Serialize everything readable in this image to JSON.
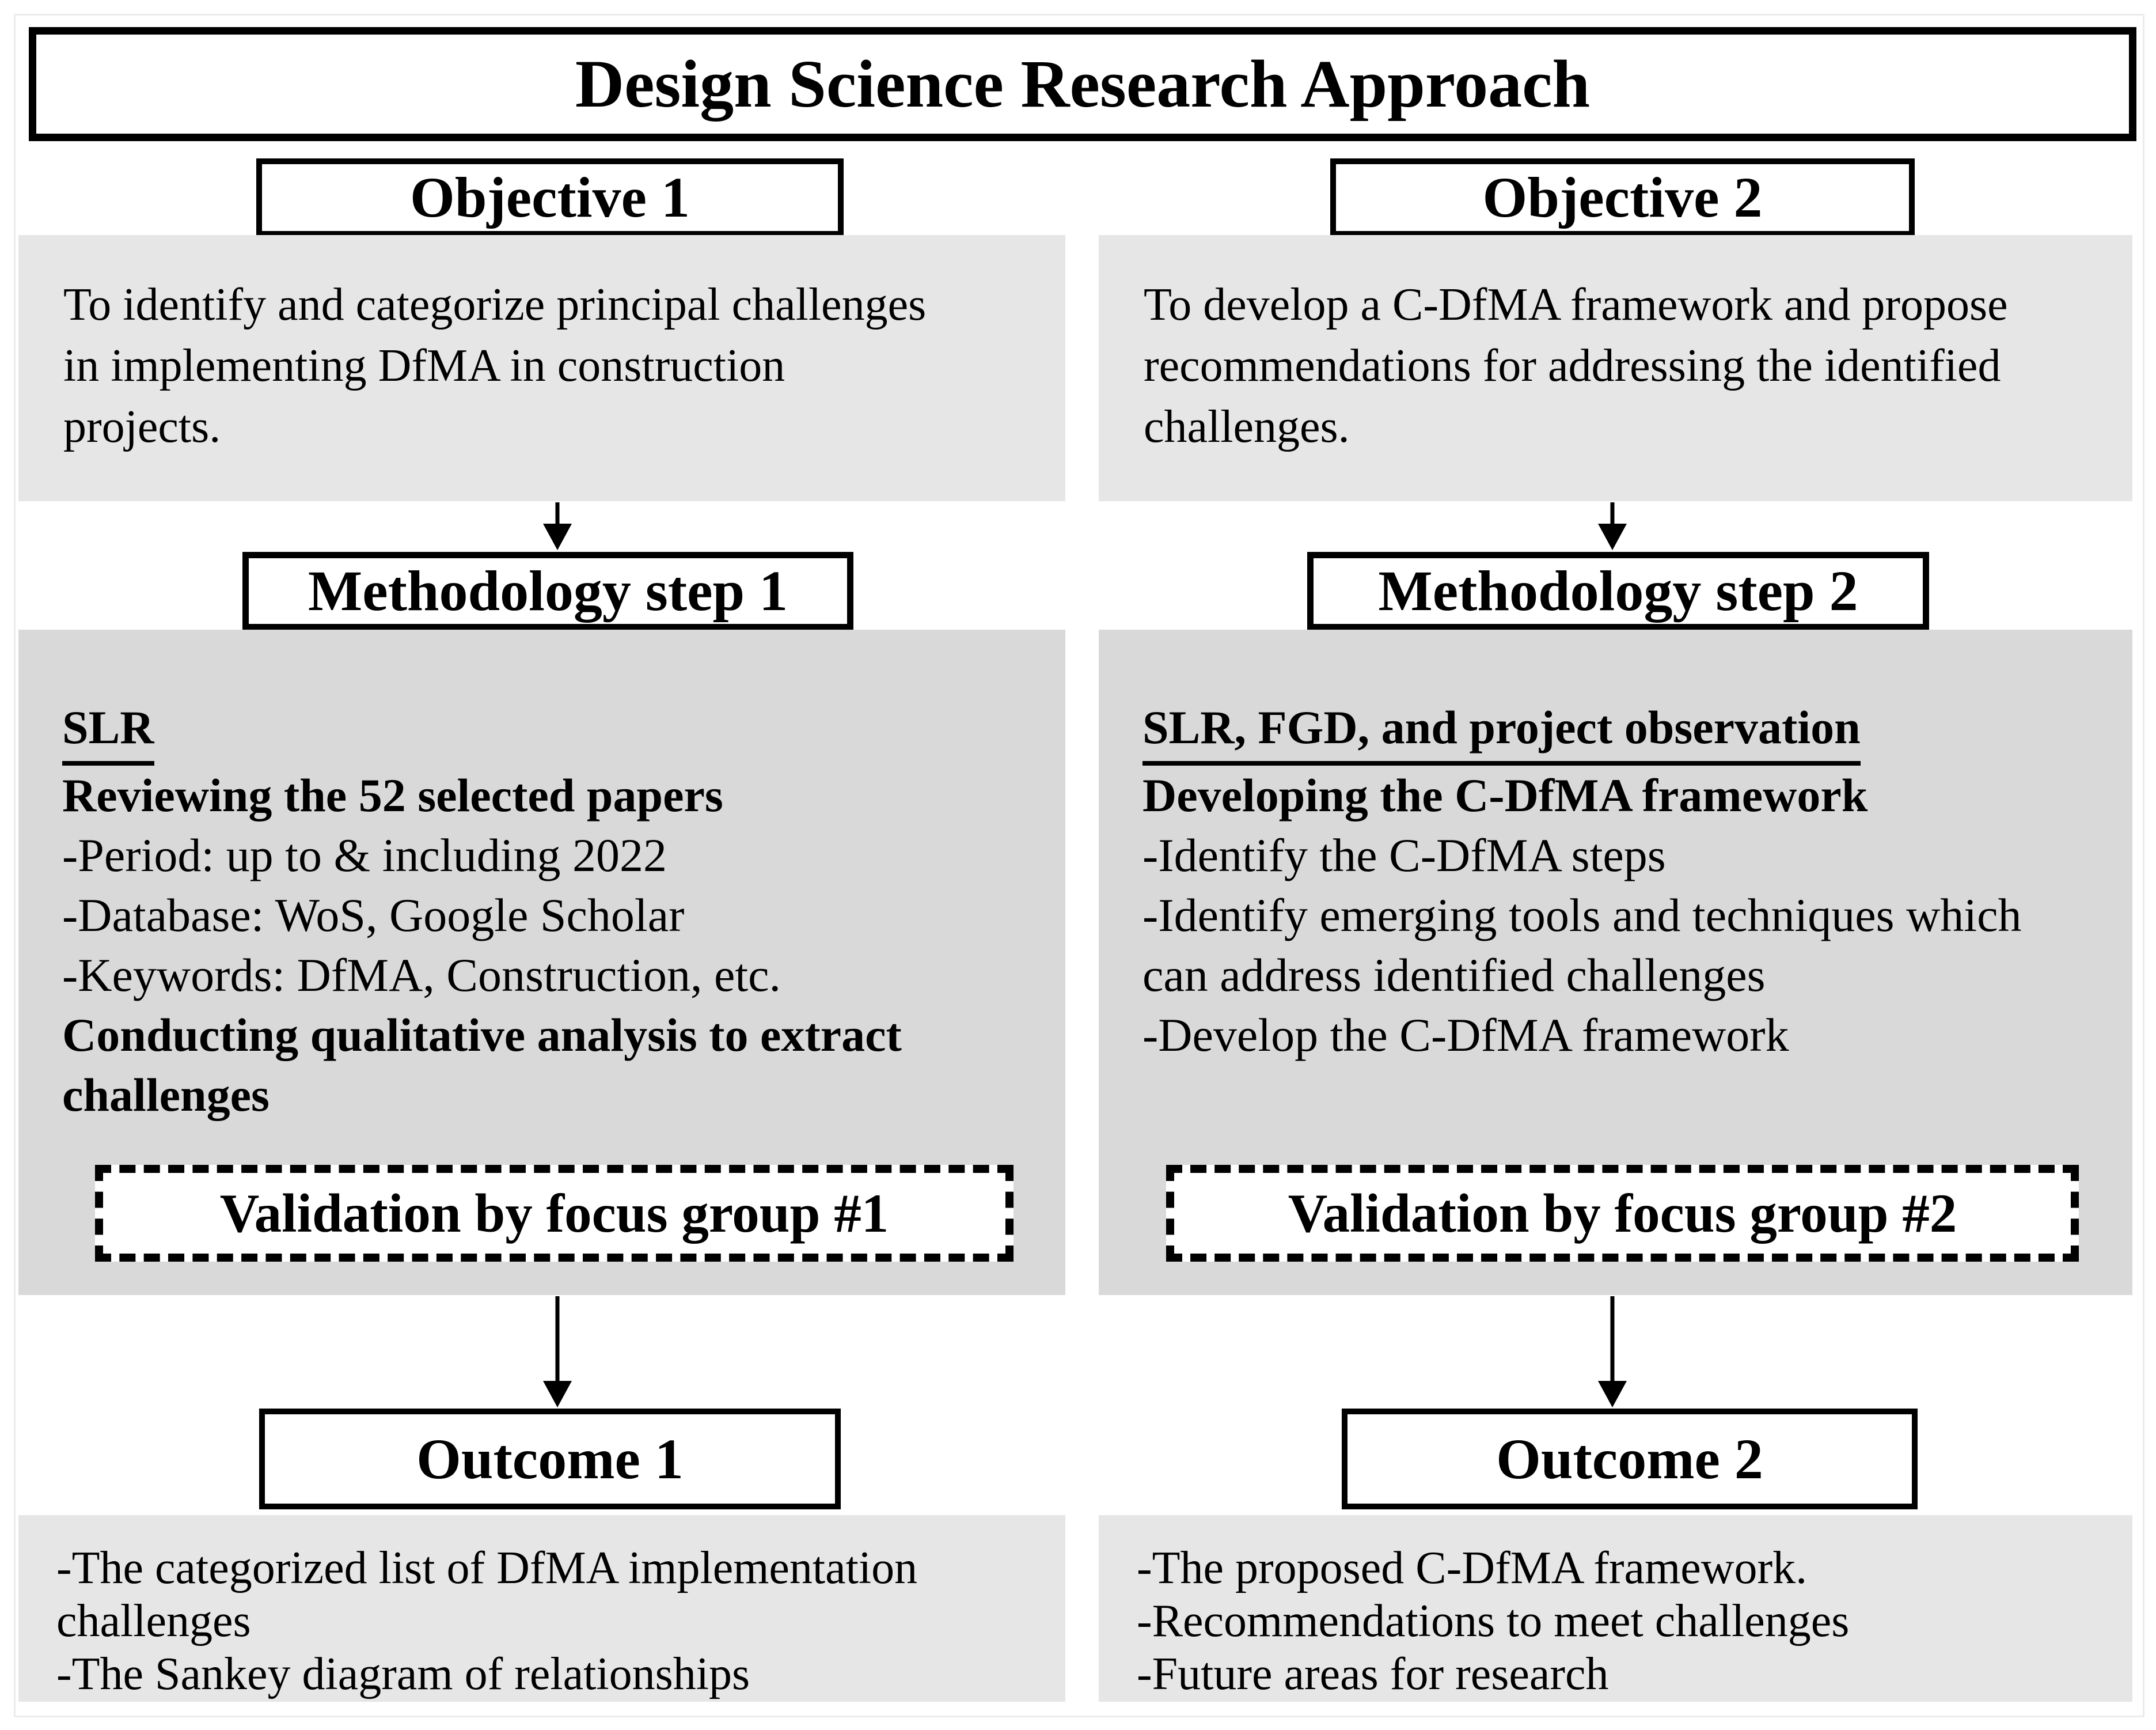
{
  "figure": {
    "title": "Design Science Research Approach"
  },
  "left": {
    "objective": {
      "label": "Objective 1",
      "description": "To identify and categorize principal challenges\nin implementing DfMA in construction\nprojects."
    },
    "methodology": {
      "label": "Methodology step 1",
      "method_heading": "SLR",
      "activity1": "Reviewing the 52 selected papers",
      "details": "-Period: up to & including 2022\n-Database: WoS, Google Scholar\n-Keywords: DfMA, Construction, etc.",
      "activity2": "Conducting qualitative analysis to extract\nchallenges",
      "validation": "Validation by focus group #1"
    },
    "outcome": {
      "label": "Outcome 1",
      "items": "-The categorized list of DfMA implementation\nchallenges\n-The Sankey diagram of relationships"
    }
  },
  "right": {
    "objective": {
      "label": "Objective 2",
      "description": "To develop a C-DfMA framework and propose\nrecommendations for addressing the identified\nchallenges."
    },
    "methodology": {
      "label": "Methodology step 2",
      "method_heading": "SLR, FGD, and project observation",
      "activity1": "Developing the C-DfMA framework",
      "details": "-Identify the C-DfMA steps\n-Identify emerging tools and techniques which\ncan address identified challenges\n-Develop the C-DfMA framework",
      "validation": "Validation by focus group #2"
    },
    "outcome": {
      "label": "Outcome 2",
      "items": "-The proposed C-DfMA framework.\n-Recommendations to meet challenges\n-Future areas for research"
    }
  },
  "colors": {
    "box_border": "#000000",
    "panel_objective_outcome": "#e6e6e6",
    "panel_methodology": "#d9d9d9",
    "text": "#000000",
    "frame": "#ececec"
  }
}
